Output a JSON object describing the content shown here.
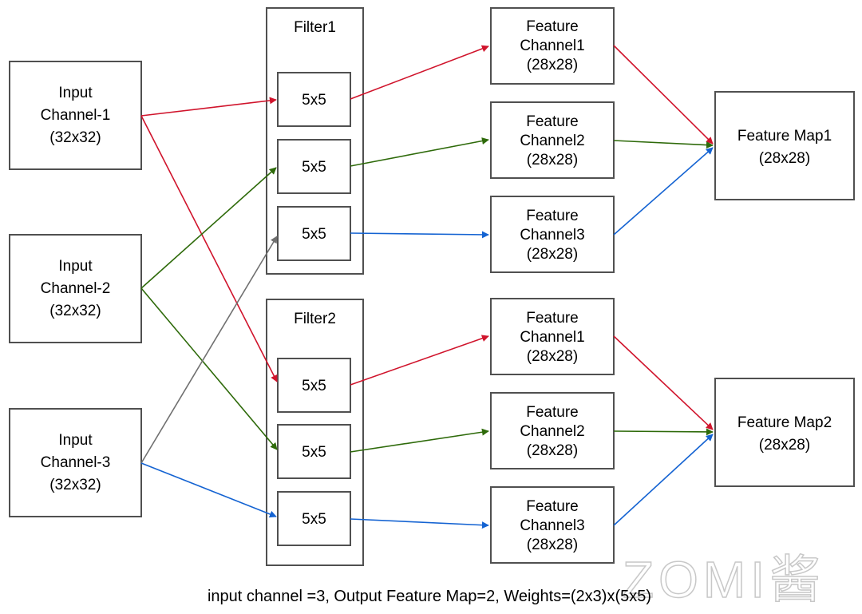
{
  "inputs": [
    {
      "line1": "Input",
      "line2": "Channel-1",
      "line3": "(32x32)"
    },
    {
      "line1": "Input",
      "line2": "Channel-2",
      "line3": "(32x32)"
    },
    {
      "line1": "Input",
      "line2": "Channel-3",
      "line3": "(32x32)"
    }
  ],
  "filters": [
    {
      "title": "Filter1",
      "kernels": [
        "5x5",
        "5x5",
        "5x5"
      ]
    },
    {
      "title": "Filter2",
      "kernels": [
        "5x5",
        "5x5",
        "5x5"
      ]
    }
  ],
  "feature_channels": [
    {
      "line1": "Feature",
      "line2": "Channel1",
      "line3": "(28x28)"
    },
    {
      "line1": "Feature",
      "line2": "Channel2",
      "line3": "(28x28)"
    },
    {
      "line1": "Feature",
      "line2": "Channel3",
      "line3": "(28x28)"
    },
    {
      "line1": "Feature",
      "line2": "Channel1",
      "line3": "(28x28)"
    },
    {
      "line1": "Feature",
      "line2": "Channel2",
      "line3": "(28x28)"
    },
    {
      "line1": "Feature",
      "line2": "Channel3",
      "line3": "(28x28)"
    }
  ],
  "feature_maps": [
    {
      "line1": "Feature Map1",
      "line2": "(28x28)"
    },
    {
      "line1": "Feature Map2",
      "line2": "(28x28)"
    }
  ],
  "caption": "input channel =3, Output Feature Map=2, Weights=(2x3)x(5x5)",
  "watermark": "ZOMI酱",
  "colors": {
    "channel1": "#d0142c",
    "channel2": "#2e6a0a",
    "channel3": "#1463d2",
    "cross": "#707070",
    "border": "#505050"
  }
}
